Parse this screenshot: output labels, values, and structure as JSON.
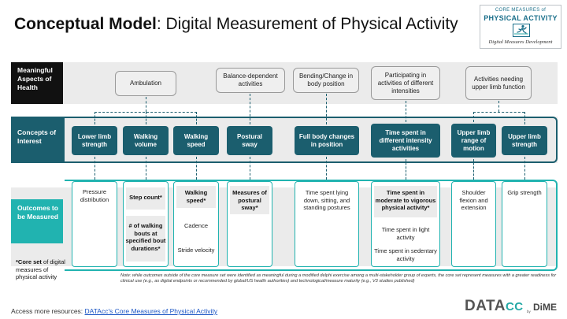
{
  "title": {
    "bold": "Conceptual Model",
    "rest": ": Digital Measurement of Physical Activity"
  },
  "logo": {
    "line1": "CORE MEASURES of",
    "line2": "PHYSICAL ACTIVITY",
    "line3": "Digital Measures Development",
    "icon": "running-person-icon"
  },
  "rows": {
    "aspects": "Meaningful Aspects of Health",
    "concepts": "Concepts of Interest",
    "outcomes": "Outcomes to be Measured"
  },
  "aspects": [
    "Ambulation",
    "Balance-dependent activities",
    "Bending/Change in body position",
    "Participating in activities of different intensities",
    "Activities needing upper limb function"
  ],
  "concepts": [
    "Lower limb strength",
    "Walking volume",
    "Walking speed",
    "Postural sway",
    "Full body changes in position",
    "Time spent in different intensity activities",
    "Upper limb range of motion",
    "Upper limb strength"
  ],
  "outcomes": {
    "lower_limb": [
      "Pressure distribution"
    ],
    "walking_volume": [
      "Step count*",
      "# of walking bouts at specified bout durations*"
    ],
    "walking_speed": [
      "Walking speed*",
      "Cadence",
      "Stride velocity"
    ],
    "postural_sway": [
      "Measures of postural sway*"
    ],
    "full_body": [
      "Time spent lying down, sitting, and standing postures"
    ],
    "intensity": [
      "Time spent in moderate to vigorous physical activity*",
      "Time spent in light activity",
      "Time spent in sedentary activity"
    ],
    "upper_rom": [
      "Shoulder flexion and extension"
    ],
    "upper_strength": [
      "Grip strength"
    ]
  },
  "core_note": {
    "bold": "*Core set",
    "rest": " of digital measures of physical activity"
  },
  "note": "Note: while outcomes outside of the core measure set were identified as meaningful during a modified delphi exercise among a multi-stakeholder group of experts, the core set represent measures with a greater readiness for clinical use (e.g., as digital endpoints or recommended by global/US health authorities) and technological/measure maturity (e.g., V3 studies published)",
  "footer": {
    "prefix": "Access more resources: ",
    "link": "DATAcc's Core Measures of Physical Activity"
  },
  "brand": {
    "data": "DATA",
    "cc": "CC",
    "by": "by",
    "dime": "DiME"
  },
  "colors": {
    "concept": "#1b5e6e",
    "outcome": "#21b3b0",
    "aspects_label": "#111111"
  }
}
